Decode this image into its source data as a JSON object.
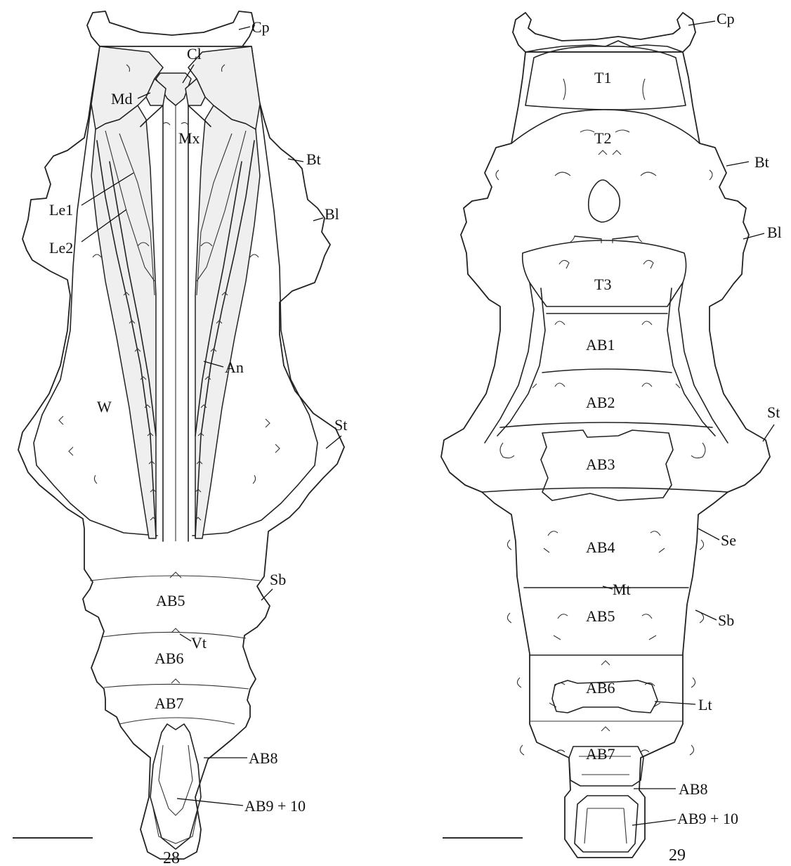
{
  "figures": [
    {
      "number": "28",
      "labels": {
        "cp": "Cp",
        "cl": "Cl",
        "md": "Md",
        "mx": "Mx",
        "bt": "Bt",
        "bl": "Bl",
        "le1": "Le1",
        "le2": "Le2",
        "an": "An",
        "w": "W",
        "st": "St",
        "sb": "Sb",
        "vt": "Vt",
        "ab8": "AB8",
        "ab9_10": "AB9 + 10"
      },
      "segments": {
        "ab5": "AB5",
        "ab6": "AB6",
        "ab7": "AB7"
      }
    },
    {
      "number": "29",
      "labels": {
        "cp": "Cp",
        "bt": "Bt",
        "bl": "Bl",
        "st": "St",
        "se": "Se",
        "mt": "Mt",
        "sb": "Sb",
        "lt": "Lt",
        "ab8": "AB8",
        "ab9_10": "AB9 + 10"
      },
      "segments": {
        "t1": "T1",
        "t2": "T2",
        "t3": "T3",
        "ab1": "AB1",
        "ab2": "AB2",
        "ab3": "AB3",
        "ab4": "AB4",
        "ab5": "AB5",
        "ab6": "AB6",
        "ab7": "AB7"
      }
    }
  ]
}
